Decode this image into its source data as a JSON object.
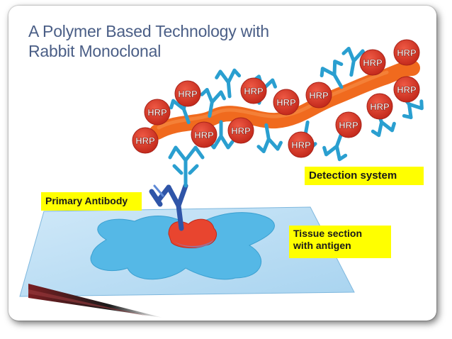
{
  "slide": {
    "title_line1": "A Polymer Based Technology with",
    "title_line2": "Rabbit Monoclonal"
  },
  "labels": {
    "detection_system": "Detection system",
    "primary_antibody": "Primary Antibody",
    "tissue_line1": "Tissue section",
    "tissue_line2": "with antigen"
  },
  "hrp_label": "HRP",
  "colors": {
    "title": "#4a5e86",
    "hrp_bead": "#d93a2a",
    "polymer": "#f06a1e",
    "secondary_antibody": "#2a9fd0",
    "primary_antibody": "#2f55a8",
    "tissue": "#9fd3ef",
    "label_background": "#ffff00",
    "accent_arrow": "#7a1e22"
  }
}
